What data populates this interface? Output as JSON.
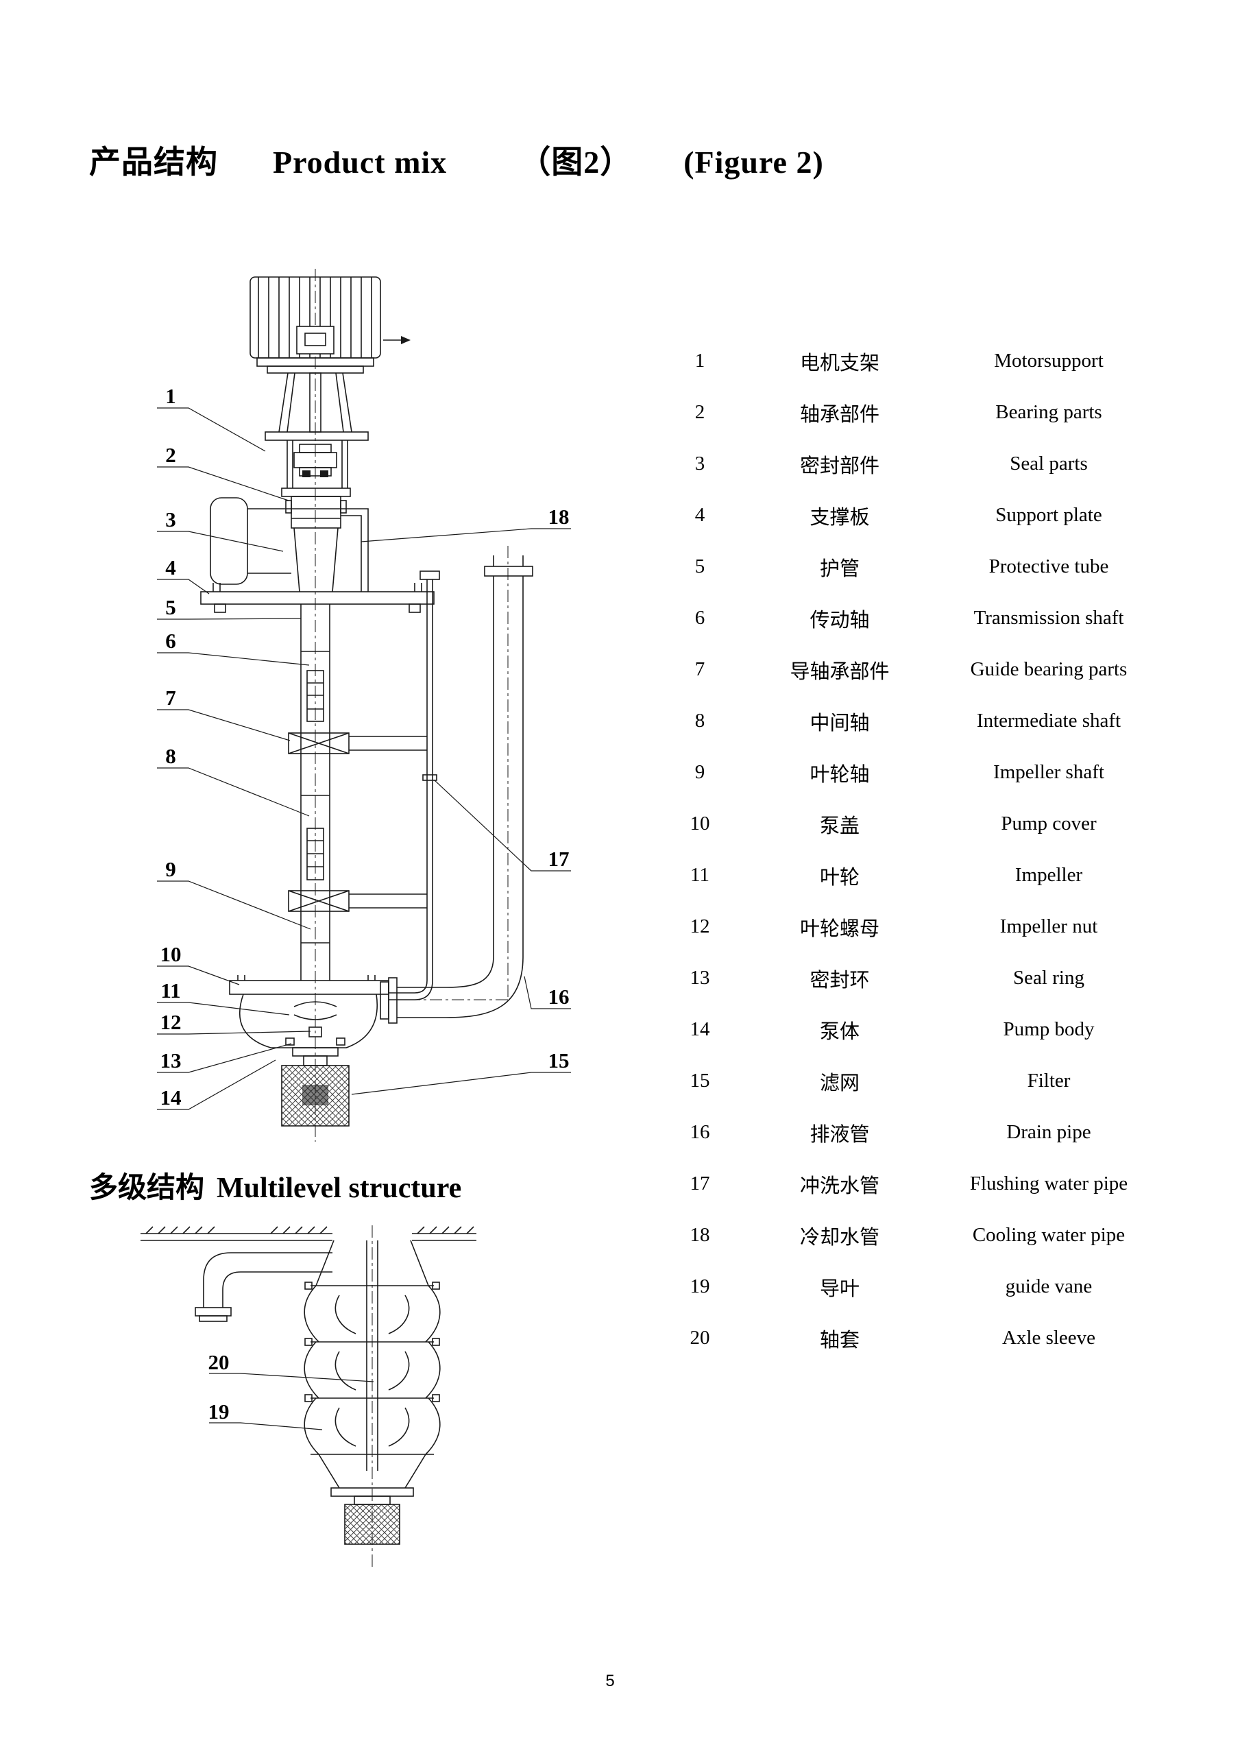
{
  "header": {
    "title_cn": "产品结构",
    "title_en": "Product mix",
    "fig_cn": "（图2）",
    "fig_en": "(Figure 2)"
  },
  "parts": {
    "rows": [
      {
        "num": "1",
        "cn": "电机支架",
        "en": "Motorsupport"
      },
      {
        "num": "2",
        "cn": "轴承部件",
        "en": "Bearing parts"
      },
      {
        "num": "3",
        "cn": "密封部件",
        "en": "Seal parts"
      },
      {
        "num": "4",
        "cn": "支撑板",
        "en": "Support plate"
      },
      {
        "num": "5",
        "cn": "护管",
        "en": "Protective tube"
      },
      {
        "num": "6",
        "cn": "传动轴",
        "en": "Transmission shaft"
      },
      {
        "num": "7",
        "cn": "导轴承部件",
        "en": "Guide bearing parts"
      },
      {
        "num": "8",
        "cn": "中间轴",
        "en": "Intermediate shaft"
      },
      {
        "num": "9",
        "cn": "叶轮轴",
        "en": "Impeller shaft"
      },
      {
        "num": "10",
        "cn": "泵盖",
        "en": "Pump cover"
      },
      {
        "num": "11",
        "cn": "叶轮",
        "en": "Impeller"
      },
      {
        "num": "12",
        "cn": "叶轮螺母",
        "en": "Impeller nut"
      },
      {
        "num": "13",
        "cn": "密封环",
        "en": "Seal ring"
      },
      {
        "num": "14",
        "cn": "泵体",
        "en": "Pump body"
      },
      {
        "num": "15",
        "cn": "滤网",
        "en": "Filter"
      },
      {
        "num": "16",
        "cn": "排液管",
        "en": "Drain pipe"
      },
      {
        "num": "17",
        "cn": "冲洗水管",
        "en": "Flushing water pipe"
      },
      {
        "num": "18",
        "cn": "冷却水管",
        "en": "Cooling water pipe"
      },
      {
        "num": "19",
        "cn": "导叶",
        "en": "guide vane"
      },
      {
        "num": "20",
        "cn": "轴套",
        "en": "Axle sleeve"
      }
    ]
  },
  "diagram": {
    "callouts": [
      "1",
      "2",
      "3",
      "4",
      "5",
      "6",
      "7",
      "8",
      "9",
      "10",
      "11",
      "12",
      "13",
      "14",
      "15",
      "16",
      "17",
      "18"
    ]
  },
  "multilevel": {
    "title_cn": "多级结构",
    "title_en": "Multilevel structure",
    "callouts": [
      "20",
      "19"
    ]
  },
  "footer": {
    "page_number": "5"
  }
}
